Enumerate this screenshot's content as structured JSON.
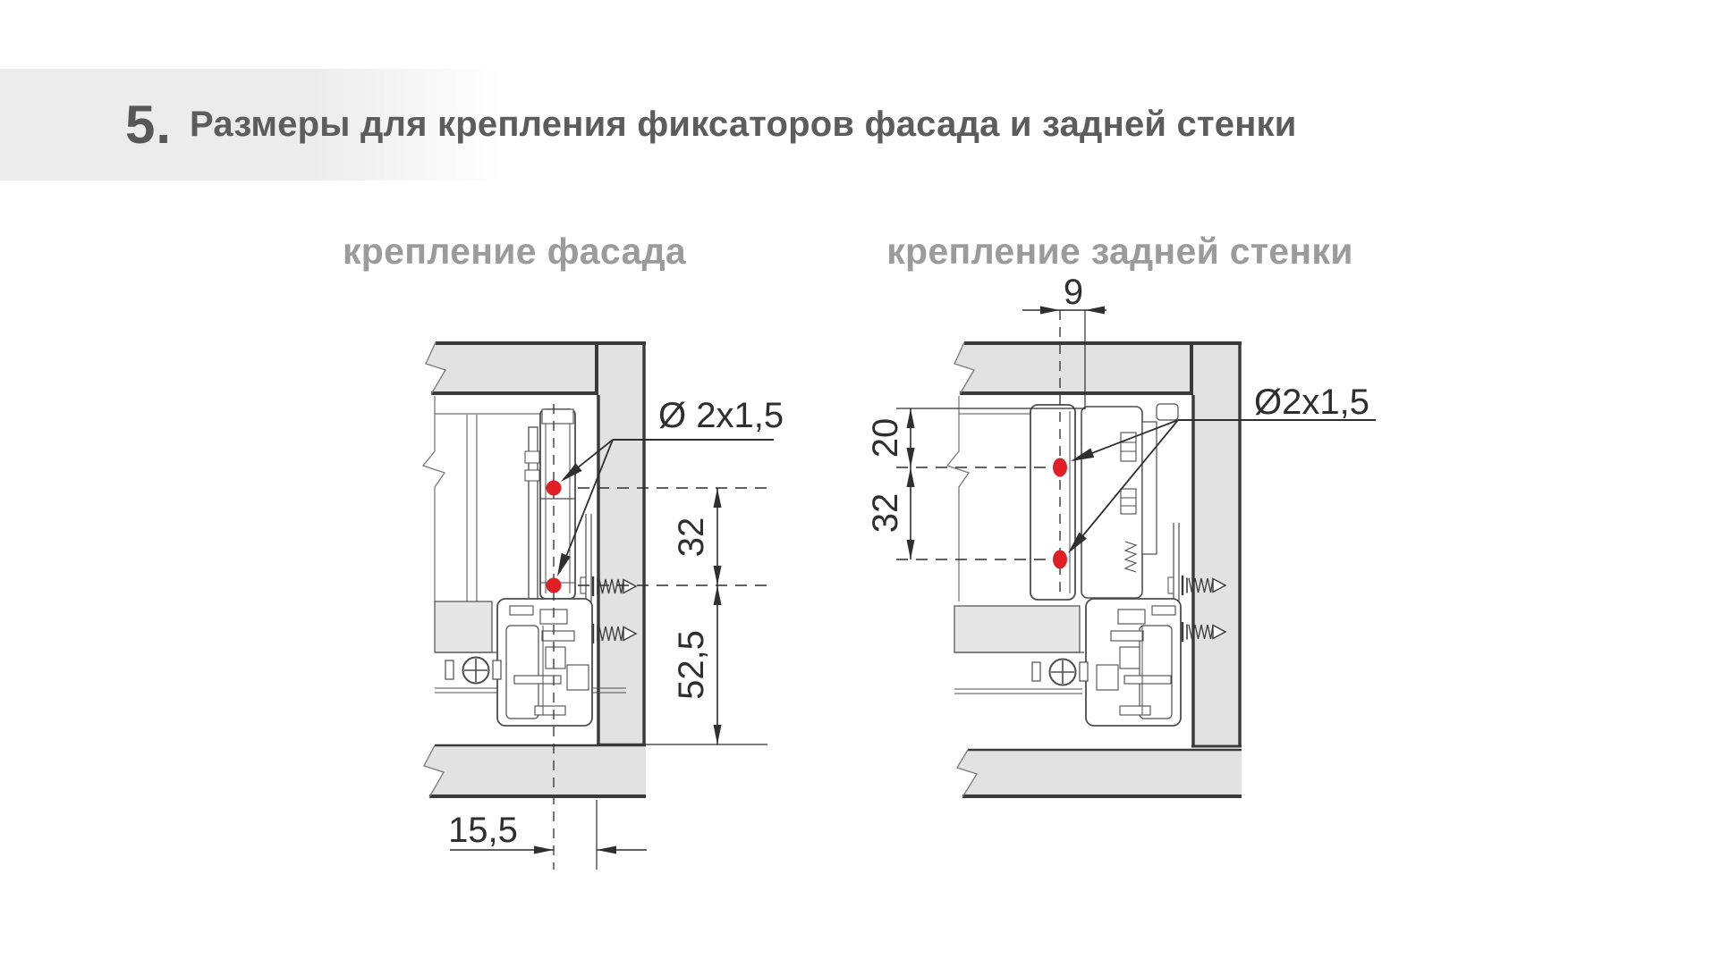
{
  "page": {
    "background": "#ffffff",
    "header": {
      "number": "5.",
      "title": "Размеры для крепления фиксаторов фасада и задней стенки",
      "band_color": "#ececec",
      "text_color": "#575757"
    },
    "captions": {
      "left": "крепление фасада",
      "right": "крепление задней стенки",
      "color": "#9b9b9b"
    }
  },
  "drawings": {
    "facade": {
      "dimensions": {
        "hole": "Ø 2x1,5",
        "hole_spacing": "32",
        "bottom_offset": "52,5",
        "front_offset": "15,5"
      },
      "hole_count": 2,
      "hole_color": "#df1f26",
      "panel_color": "#e2e2e2",
      "line_color": "#3a3a3a"
    },
    "back_wall": {
      "dimensions": {
        "hole": "Ø2x1,5",
        "axis_offset": "9",
        "top_offset": "20",
        "hole_spacing": "32"
      },
      "hole_count": 2,
      "hole_color": "#df1f26",
      "panel_color": "#e2e2e2",
      "line_color": "#3a3a3a"
    }
  }
}
